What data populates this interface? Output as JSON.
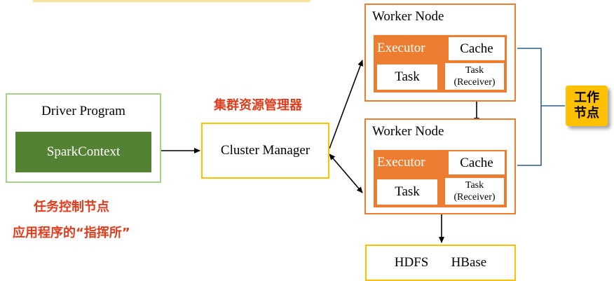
{
  "driver": {
    "title": "Driver Program",
    "spark_context": "SparkContext",
    "caption_role": "任务控制节点",
    "caption_app": "应用程序的“指挥所”"
  },
  "cluster": {
    "caption": "集群资源管理器",
    "label": "Cluster Manager"
  },
  "workers": [
    {
      "title": "Worker Node",
      "executor": "Executor",
      "cache": "Cache",
      "task": "Task",
      "task_receiver_line1": "Task",
      "task_receiver_line2": "(Receiver)"
    },
    {
      "title": "Worker Node",
      "executor": "Executor",
      "cache": "Cache",
      "task": "Task",
      "task_receiver_line1": "Task",
      "task_receiver_line2": "(Receiver)"
    }
  ],
  "storage": {
    "hdfs": "HDFS",
    "hbase": "HBase"
  },
  "work_node_badge": {
    "line1": "工作",
    "line2": "节点"
  },
  "colors": {
    "driver_border": "#a9d18e",
    "spark_context_fill": "#548235",
    "cluster_border": "#ffc000",
    "worker_border": "#ed7d31",
    "executor_fill": "#ed7d31",
    "caption_red": "#e03c1e",
    "bracket_line": "#2e5f8a"
  }
}
